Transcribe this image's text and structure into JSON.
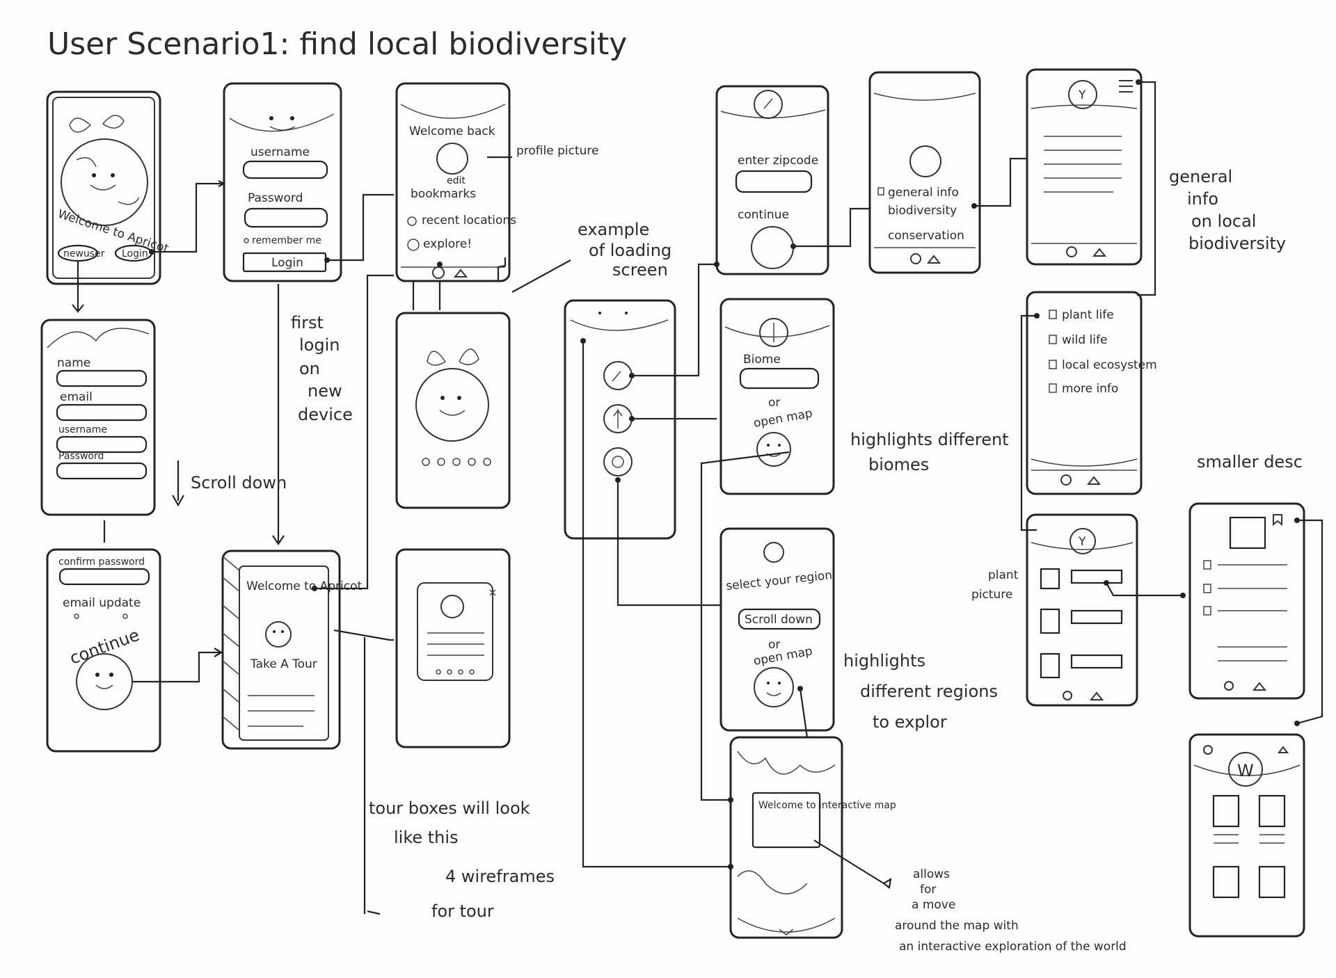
{
  "title": "User Scenario1: find local biodiversity",
  "screens": {
    "welcome": {
      "text": "Welcome to Apricot",
      "new_user": "newuser",
      "login": "Login"
    },
    "login": {
      "username": "username",
      "password": "Password",
      "remember": "remember me",
      "button": "Login"
    },
    "profile": {
      "welcome_back": "Welcome back",
      "edit": "edit",
      "bookmarks": "bookmarks",
      "recent": "recent locations",
      "explore": "explore!"
    },
    "signup": {
      "name": "name",
      "email": "email",
      "username": "username",
      "password": "Password"
    },
    "confirm": {
      "confirm_password": "confirm password",
      "email_update": "email update",
      "continue": "continue"
    },
    "tour_intro": {
      "welcome": "Welcome to Apricot",
      "take_tour": "Take A Tour"
    },
    "zip": {
      "label": "enter zipcode",
      "continue": "continue"
    },
    "menu": {
      "general": "general info",
      "biodiversity": "biodiversity",
      "conservation": "conservation"
    },
    "biome": {
      "label": "Biome",
      "or": "or",
      "open_map": "open map"
    },
    "region": {
      "label": "select your region",
      "scroll": "Scroll down",
      "or": "or",
      "open_map": "open map"
    },
    "checklist": {
      "plant": "plant life",
      "wild": "wild life",
      "eco": "local ecosystem",
      "more": "more info"
    },
    "map": {
      "welcome": "Welcome to interactive map"
    },
    "letter_badge": "W",
    "y_badge": "Y"
  },
  "annotations": {
    "profile_picture": "profile picture",
    "loading": [
      "example",
      "of loading",
      "screen"
    ],
    "first_login": [
      "first",
      "login",
      "on",
      "new",
      "device"
    ],
    "scroll_down": "Scroll down",
    "general_info": [
      "general",
      "info",
      "on local",
      "biodiversity"
    ],
    "highlight_biomes": [
      "highlights different",
      "biomes"
    ],
    "smaller_desc": "smaller desc",
    "plant_picture": [
      "plant",
      "picture"
    ],
    "highlight_regions": [
      "highlights",
      "different regions",
      "to explor"
    ],
    "tour_boxes": [
      "tour boxes will look",
      "like this"
    ],
    "four_wireframes": [
      "4 wireframes",
      "for tour"
    ],
    "map_allows": [
      "allows",
      "for",
      "a move",
      "around the map with",
      "an interactive exploration of the world"
    ]
  }
}
